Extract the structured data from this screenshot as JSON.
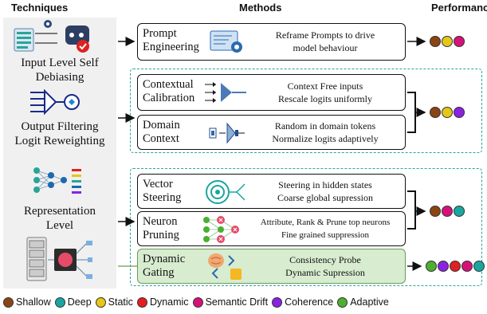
{
  "headers": {
    "techniques": "Techniques",
    "methods": "Methods",
    "performance": "Performance"
  },
  "techniques": [
    {
      "label_line1": "Input Level Self",
      "label_line2": "Debiasing"
    },
    {
      "label_line1": "Output Filtering",
      "label_line2": "Logit Reweighting"
    },
    {
      "label_line1": "Representation",
      "label_line2": "Level"
    }
  ],
  "methods": {
    "prompt": {
      "name_line1": "Prompt",
      "name_line2": "Engineering",
      "desc_line1": "Reframe Prompts to drive",
      "desc_line2": "model behaviour"
    },
    "contextual": {
      "name_line1": "Contextual",
      "name_line2": "Calibration",
      "desc_line1": "Context Free inputs",
      "desc_line2": "Rescale logits uniformly"
    },
    "domain": {
      "name_line1": "Domain",
      "name_line2": "Context",
      "desc_line1": "Random in domain tokens",
      "desc_line2": "Normalize logits adaptively"
    },
    "vector": {
      "name_line1": "Vector",
      "name_line2": "Steering",
      "desc_line1": "Steering in hidden states",
      "desc_line2": "Coarse global supression"
    },
    "neuron": {
      "name_line1": "Neuron",
      "name_line2": "Pruning",
      "desc_line1": "Attribute, Rank & Prune top neurons",
      "desc_line2": "Fine grained suppression"
    },
    "dynamic": {
      "name_line1": "Dynamic",
      "name_line2": "Gating",
      "desc_line1": "Consistency Probe",
      "desc_line2": "Dynamic Supression"
    }
  },
  "performance": {
    "prompt": [
      "shallow",
      "static",
      "semantic_drift"
    ],
    "output_filtering": [
      "shallow",
      "static",
      "coherence"
    ],
    "representation": [
      "shallow",
      "semantic_drift",
      "deep"
    ],
    "dynamic": [
      "adaptive",
      "coherence",
      "dynamic",
      "semantic_drift",
      "deep"
    ]
  },
  "legend": [
    {
      "key": "shallow",
      "label": "Shallow",
      "color": "#8B4513"
    },
    {
      "key": "deep",
      "label": "Deep",
      "color": "#1aa6a0"
    },
    {
      "key": "static",
      "label": "Static",
      "color": "#e6c619"
    },
    {
      "key": "dynamic",
      "label": "Dynamic",
      "color": "#e02020"
    },
    {
      "key": "semantic_drift",
      "label": "Semantic Drift",
      "color": "#d6127a"
    },
    {
      "key": "coherence",
      "label": "Coherence",
      "color": "#8a22e0"
    },
    {
      "key": "adaptive",
      "label": "Adaptive",
      "color": "#4caf30"
    }
  ]
}
